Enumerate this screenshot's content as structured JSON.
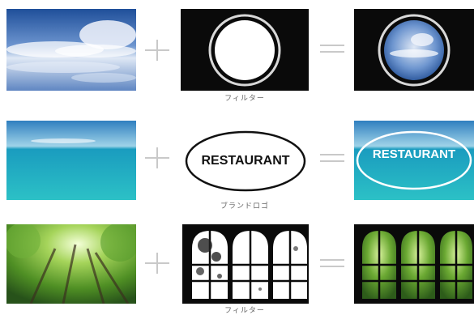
{
  "rows": [
    {
      "caption": "フィルター"
    },
    {
      "caption": "ブランドロゴ",
      "logo_text": "RESTAURANT"
    },
    {
      "caption": "フィルター"
    }
  ],
  "colors": {
    "operator": "#c9c9c9",
    "sky": "#3f6fb0",
    "sea": "#1aa8c2",
    "forest": "#5e9a2c",
    "filter_black": "#0a0a0a"
  }
}
